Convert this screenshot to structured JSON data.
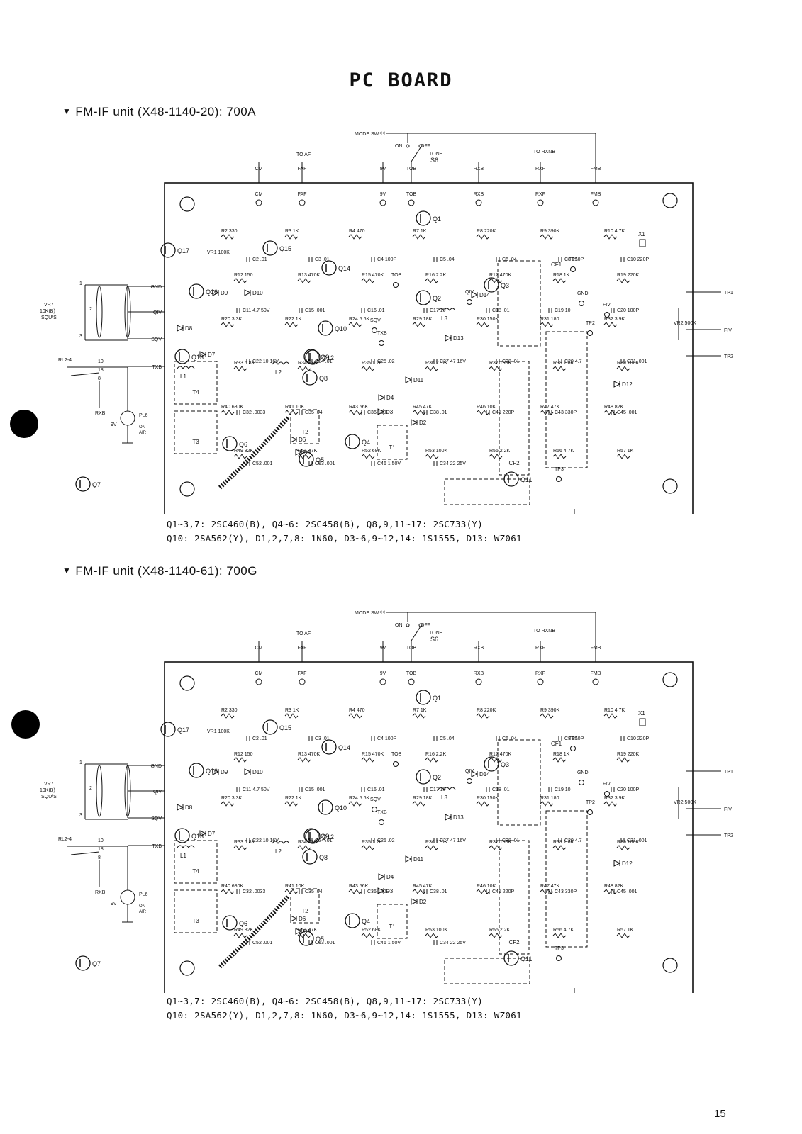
{
  "title": "PC BOARD",
  "page_number": "15",
  "connectors": {
    "mode_sw": "MODE SW",
    "on": "ON",
    "off": "OFF",
    "tone": "TONE",
    "s6": "S6",
    "to_af": "TO AF",
    "to_rxnb": "TO RXNB",
    "top_terminals": [
      "CM",
      "FAF",
      "9V",
      "TOB",
      "RXB",
      "RXF",
      "FMB"
    ],
    "left_terminals": [
      "GND",
      "QIV",
      "SQV",
      "TXB"
    ],
    "right_terminals": [
      "TP1",
      "FIV",
      "TP2"
    ],
    "tp3": "TP3",
    "vr7": [
      "VR7",
      "10K(B)",
      "SQU/S"
    ],
    "rl": "RL2-4",
    "rl_pins": [
      "10",
      "18",
      "8"
    ],
    "rxb": "RXB",
    "nine_v": "9V",
    "pl6": [
      "PL6",
      "ON",
      "AIR"
    ],
    "pin1": "1",
    "pin2": "2",
    "pin3": "3"
  },
  "board_parts": {
    "transistors": [
      "Q1",
      "Q2",
      "Q3",
      "Q4",
      "Q5",
      "Q6",
      "Q7",
      "Q8",
      "Q9",
      "Q10",
      "Q11",
      "Q12",
      "Q13",
      "Q14",
      "Q15",
      "Q16",
      "Q17"
    ],
    "diodes": [
      "D2",
      "D3",
      "D4",
      "D5",
      "D6",
      "D7",
      "D8",
      "D9",
      "D10",
      "D11",
      "D12",
      "D13",
      "D14"
    ],
    "transformers": [
      "T1",
      "T2",
      "T3",
      "T4"
    ],
    "filters": [
      "CF1",
      "CF2"
    ],
    "coils": [
      "L1",
      "L2",
      "L3"
    ],
    "crystal": "X1",
    "pots": [
      "VR1 100K",
      "VR2 500K"
    ],
    "gnd": "GND",
    "fiv": "FIV",
    "sqv": "SQV",
    "txb": "TXB",
    "tob": "TOB",
    "qiv": "QIV",
    "tp1": "TP1",
    "tp2": "TP2",
    "tp3": "TP3",
    "resistors": [
      "R2 330",
      "R3 1K",
      "R4 470",
      "R7 1K",
      "R8 220K",
      "R9 390K",
      "R10 4.7K",
      "R12 150",
      "R13 470K",
      "R15 470K",
      "R16 2.2K",
      "R17 470K",
      "R18 1K",
      "R19 220K",
      "R20 3.3K",
      "R22 1K",
      "R24 5.6K",
      "R29 18K",
      "R30 150K",
      "R31 180",
      "R32 3.9K",
      "R33 6.8K",
      "R34 33K",
      "R35 1.2K",
      "R36 270K",
      "R37 150K",
      "R38 1.8K",
      "R39 100K",
      "R40 680K",
      "R41 10K",
      "R43 56K",
      "R45 47K",
      "R46 10K",
      "R47 47K",
      "R48 82K",
      "R49 82K",
      "R51 47K",
      "R52 68K",
      "R53 100K",
      "R55 2.2K",
      "R56 4.7K",
      "R57 1K"
    ],
    "capacitors": [
      "C2 .01",
      "C3 .01",
      "C4 100P",
      "C5 .04",
      "C6 .04",
      "C8 150P",
      "C10 220P",
      "C11 4.7 50V",
      "C15 .001",
      "C16 .01",
      "C17 10",
      "C18 .01",
      "C19 10",
      "C20 100P",
      "C22 10 16V",
      "C24 .01",
      "C25 .02",
      "C27 47 16V",
      "C28 .01",
      "C29 4.7",
      "C31 .001",
      "C32 .0033",
      "C35 .04",
      "C36 100P",
      "C38 .01",
      "C41 220P",
      "C43 330P",
      "C45 .001",
      "C52 .001",
      "C53 .001",
      "C46 1 50V",
      "C34 22 25V"
    ]
  },
  "sections": [
    {
      "heading": "FM-IF unit (X48-1140-20):  700A",
      "legend_line1": "Q1~3,7: 2SC460(B), Q4~6: 2SC458(B), Q8,9,11~17: 2SC733(Y)",
      "legend_line2": "Q10: 2SA562(Y), D1,2,7,8: 1N60, D3~6,9~12,14: 1S1555, D13: WZ061"
    },
    {
      "heading": "FM-IF unit (X48-1140-61):  700G",
      "legend_line1": "Q1~3,7: 2SC460(B), Q4~6: 2SC458(B), Q8,9,11~17: 2SC733(Y)",
      "legend_line2": "Q10: 2SA562(Y), D1,2,7,8: 1N60, D3~6,9~12,14: 1S1555, D13: WZ061"
    }
  ]
}
